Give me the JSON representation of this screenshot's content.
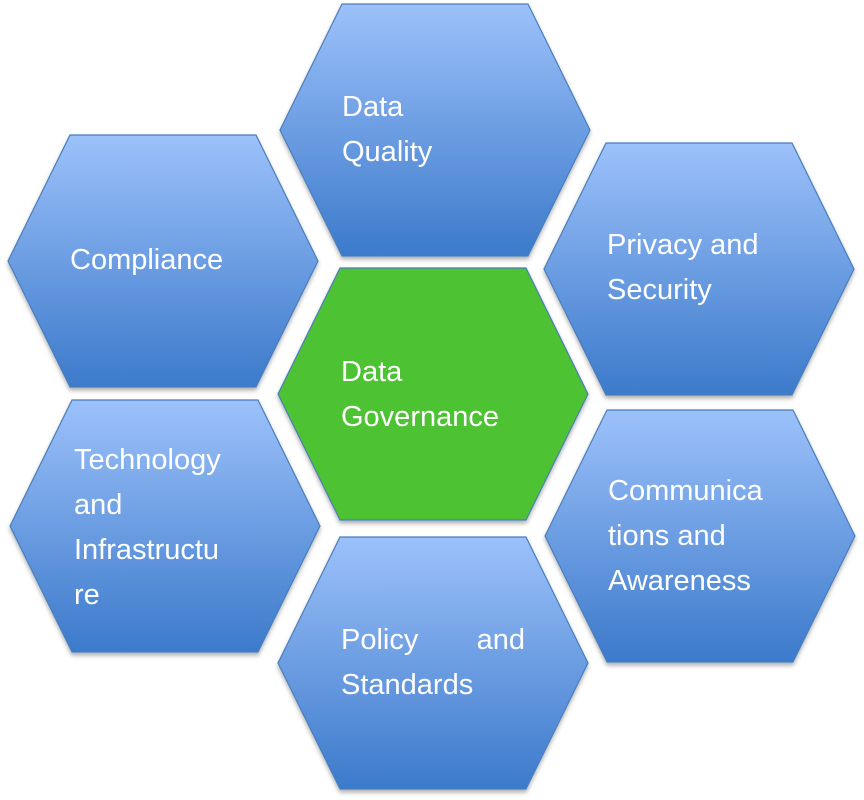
{
  "colors": {
    "hex_top": "#9CC1FA",
    "hex_bottom": "#3C7ACB",
    "hex_stroke": "#4A7EBB",
    "center": "#4DC233",
    "text": "#FFFFFF"
  },
  "center": {
    "lines": [
      "Data",
      "Governance"
    ]
  },
  "hexagons": [
    {
      "id": "quality",
      "lines": [
        "Data",
        "Quality"
      ]
    },
    {
      "id": "compliance",
      "lines": [
        "Compliance"
      ]
    },
    {
      "id": "privacy",
      "lines": [
        "Privacy and",
        "Security"
      ]
    },
    {
      "id": "technology",
      "lines": [
        "Technology",
        "and",
        "Infrastructu",
        "re"
      ]
    },
    {
      "id": "communications",
      "lines": [
        "Communica",
        "tions and",
        "Awareness"
      ]
    },
    {
      "id": "policy",
      "lines": [
        "Policy and",
        "Standards"
      ]
    }
  ]
}
